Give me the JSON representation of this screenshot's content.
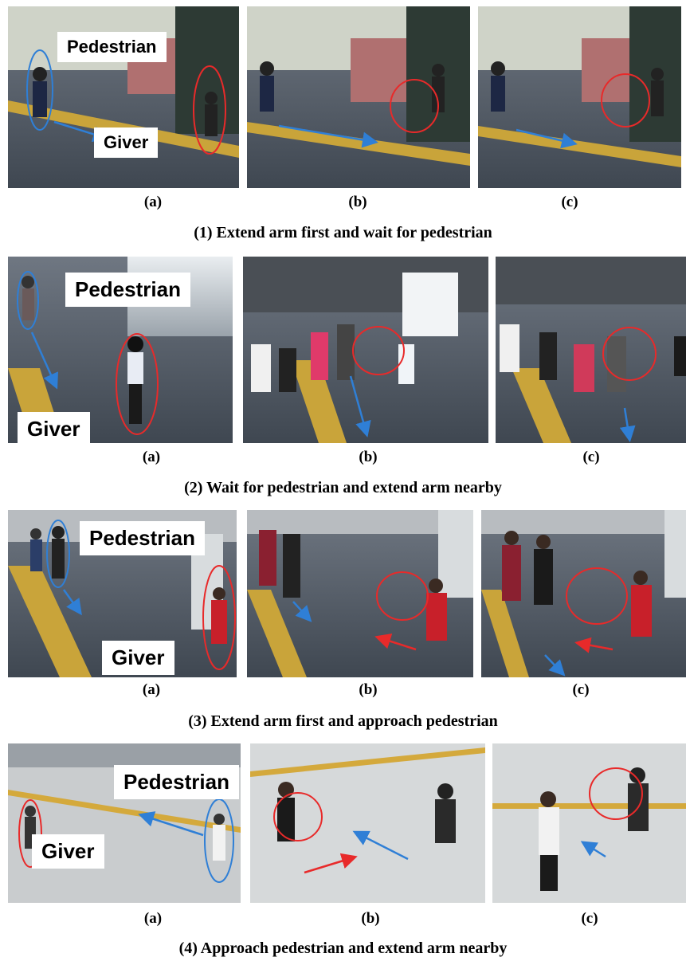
{
  "labels": {
    "pedestrian": "Pedestrian",
    "giver": "Giver"
  },
  "panel_captions": [
    "(a)",
    "(b)",
    "(c)"
  ],
  "rows": [
    {
      "title": "(1)  Extend arm first and wait for pedestrian"
    },
    {
      "title": "(2)  Wait for pedestrian and extend arm nearby"
    },
    {
      "title": "(3)  Extend arm first and approach pedestrian"
    },
    {
      "title": "(4)  Approach pedestrian and extend arm nearby"
    }
  ],
  "colors": {
    "pedestrian_marker": "#2f7fd6",
    "giver_marker": "#e82a2a",
    "floor": "#4d5661",
    "tactile_strip": "#c9a43a"
  }
}
